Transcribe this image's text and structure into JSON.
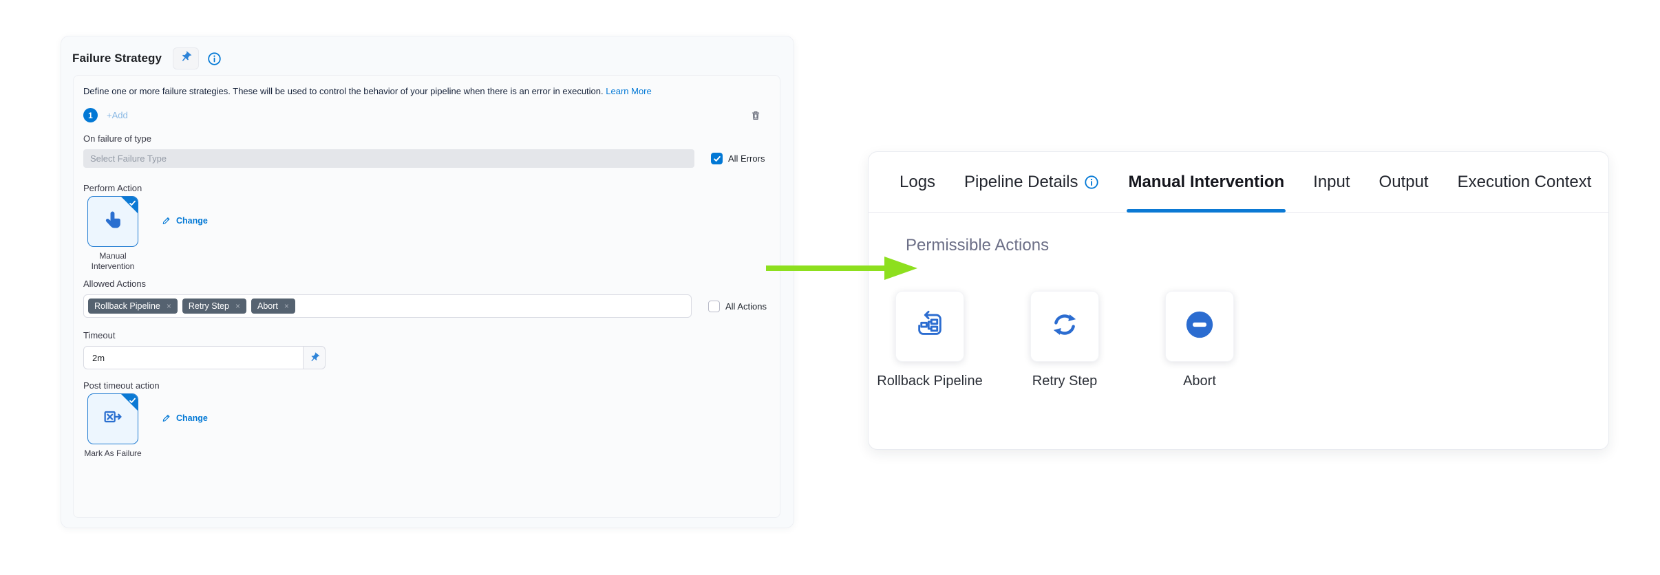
{
  "failure_strategy_panel": {
    "title": "Failure Strategy",
    "description": "Define one or more failure strategies. These will be used to control the behavior of your pipeline when there is an error in execution.",
    "learn_more": "Learn More",
    "strategy_index": "1",
    "add_label": "+Add",
    "fields": {
      "on_failure_of_type": {
        "label": "On failure of type",
        "placeholder": "Select Failure Type",
        "all_errors_label": "All Errors",
        "all_errors_checked": true
      },
      "perform_action": {
        "label": "Perform Action",
        "selected": "Manual Intervention",
        "change_label": "Change"
      },
      "allowed_actions": {
        "label": "Allowed Actions",
        "tags": [
          "Rollback Pipeline",
          "Retry Step",
          "Abort"
        ],
        "all_actions_label": "All Actions",
        "all_actions_checked": false
      },
      "timeout": {
        "label": "Timeout",
        "value": "2m"
      },
      "post_timeout_action": {
        "label": "Post timeout action",
        "selected": "Mark As Failure",
        "change_label": "Change"
      }
    }
  },
  "details_panel": {
    "tabs": [
      {
        "label": "Logs",
        "active": false
      },
      {
        "label": "Pipeline Details",
        "active": false,
        "has_info_icon": true
      },
      {
        "label": "Manual Intervention",
        "active": true
      },
      {
        "label": "Input",
        "active": false
      },
      {
        "label": "Output",
        "active": false
      },
      {
        "label": "Execution Context",
        "active": false
      }
    ],
    "section_title": "Permissible Actions",
    "actions": [
      {
        "label": "Rollback Pipeline",
        "icon": "rollback-pipeline-icon"
      },
      {
        "label": "Retry Step",
        "icon": "retry-icon"
      },
      {
        "label": "Abort",
        "icon": "abort-icon"
      }
    ]
  },
  "icons": {
    "close": "×"
  },
  "colors": {
    "primary_blue": "#0278d5",
    "icon_blue": "#2b6cd0",
    "tag_bg": "#556270",
    "arrow_green": "#8ddf1e",
    "panel_bg": "#f8fafc"
  }
}
